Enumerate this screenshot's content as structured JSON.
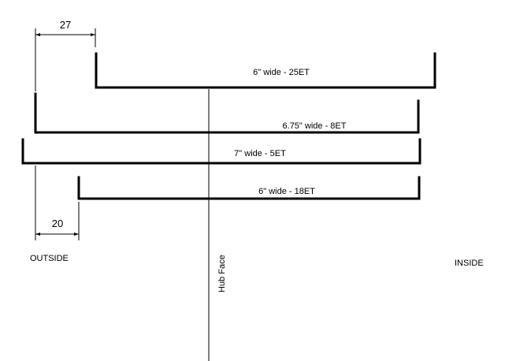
{
  "wheels": [
    {
      "label": "6\" wide - 25ET"
    },
    {
      "label": "6.75\" wide - 8ET"
    },
    {
      "label": "7\" wide - 5ET"
    },
    {
      "label": "6\" wide - 18ET"
    }
  ],
  "dimensions": {
    "top": "27",
    "bottom": "20"
  },
  "side_labels": {
    "outside": "OUTSIDE",
    "inside": "INSIDE"
  },
  "hub_face_label": "Hub Face"
}
